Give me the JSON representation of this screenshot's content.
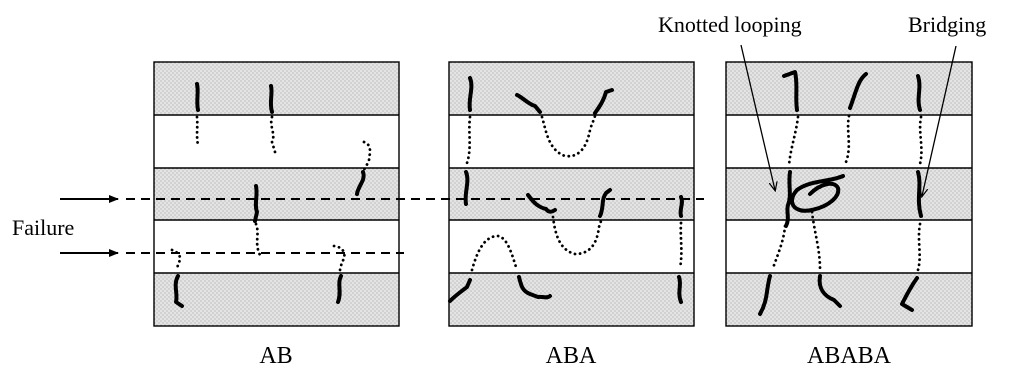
{
  "annotations": {
    "failure": "Failure",
    "knotted_looping": "Knotted looping",
    "bridging": "Bridging"
  },
  "panels": [
    {
      "label": "AB"
    },
    {
      "label": "ABA"
    },
    {
      "label": "ABABA"
    }
  ],
  "colors": {
    "shaded_layer": "#e6e6e6",
    "line": "#000000",
    "background": "#ffffff"
  }
}
